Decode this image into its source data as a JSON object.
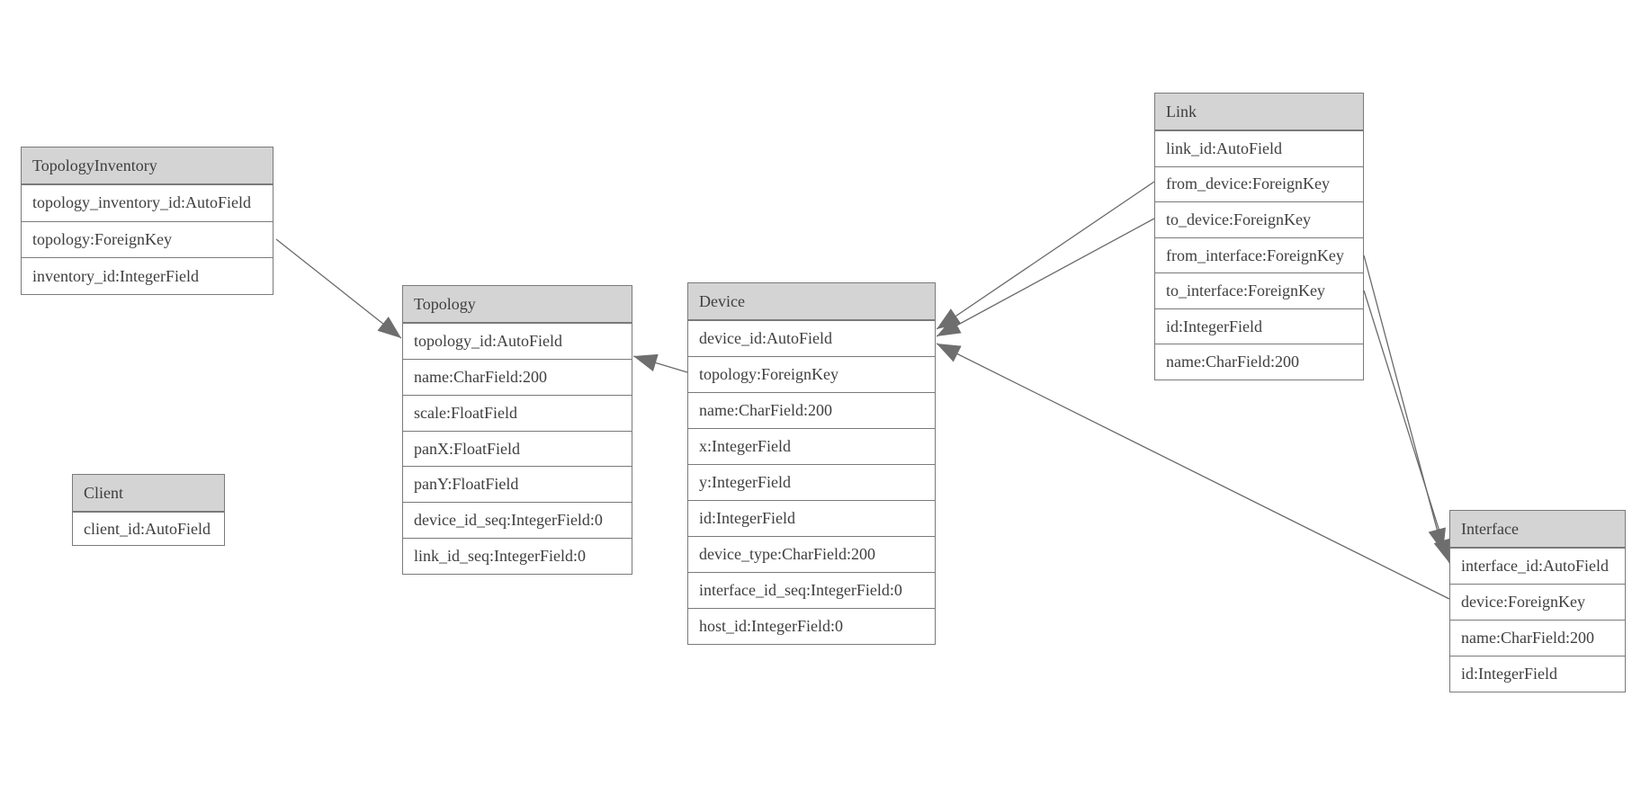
{
  "diagram": {
    "entities": {
      "topology_inventory": {
        "title": "TopologyInventory",
        "fields": [
          "topology_inventory_id:AutoField",
          "topology:ForeignKey",
          "inventory_id:IntegerField"
        ]
      },
      "topology": {
        "title": "Topology",
        "fields": [
          "topology_id:AutoField",
          "name:CharField:200",
          "scale:FloatField",
          "panX:FloatField",
          "panY:FloatField",
          "device_id_seq:IntegerField:0",
          "link_id_seq:IntegerField:0"
        ]
      },
      "client": {
        "title": "Client",
        "fields": [
          "client_id:AutoField"
        ]
      },
      "device": {
        "title": "Device",
        "fields": [
          "device_id:AutoField",
          "topology:ForeignKey",
          "name:CharField:200",
          "x:IntegerField",
          "y:IntegerField",
          "id:IntegerField",
          "device_type:CharField:200",
          "interface_id_seq:IntegerField:0",
          "host_id:IntegerField:0"
        ]
      },
      "link": {
        "title": "Link",
        "fields": [
          "link_id:AutoField",
          "from_device:ForeignKey",
          "to_device:ForeignKey",
          "from_interface:ForeignKey",
          "to_interface:ForeignKey",
          "id:IntegerField",
          "name:CharField:200"
        ]
      },
      "interface": {
        "title": "Interface",
        "fields": [
          "interface_id:AutoField",
          "device:ForeignKey",
          "name:CharField:200",
          "id:IntegerField"
        ]
      }
    },
    "relations": [
      {
        "from": "TopologyInventory.topology",
        "to": "Topology.topology_id"
      },
      {
        "from": "Device.topology",
        "to": "Topology.topology_id"
      },
      {
        "from": "Link.from_device",
        "to": "Device.device_id"
      },
      {
        "from": "Link.to_device",
        "to": "Device.device_id"
      },
      {
        "from": "Interface.device",
        "to": "Device.device_id"
      },
      {
        "from": "Link.from_interface",
        "to": "Interface.interface_id"
      },
      {
        "from": "Link.to_interface",
        "to": "Interface.interface_id"
      }
    ],
    "colors": {
      "header_fill": "#d4d4d4",
      "border": "#7a7a7a",
      "text": "#3e3e3e",
      "edge": "#6a6a6a",
      "arrowhead": "#6e6e6e",
      "background": "#ffffff"
    }
  }
}
